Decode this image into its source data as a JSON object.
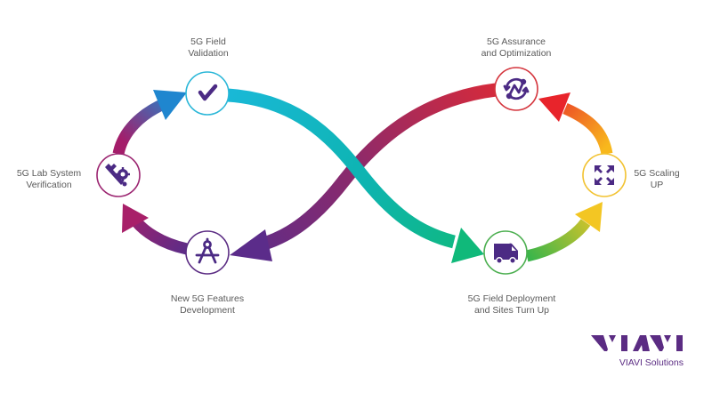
{
  "title": "5G lifecycle infinity loop",
  "nodes": [
    {
      "id": "lab",
      "label_lines": [
        "5G Lab System",
        "Verification"
      ],
      "icon": "wrench-gear-icon",
      "ring_color": "#9b2470"
    },
    {
      "id": "validation",
      "label_lines": [
        "5G Field",
        "Validation"
      ],
      "icon": "checkmark-icon",
      "ring_color": "#2bb7d8"
    },
    {
      "id": "features",
      "label_lines": [
        "New 5G Features",
        "Development"
      ],
      "icon": "drafting-compass-icon",
      "ring_color": "#5b2c83"
    },
    {
      "id": "assurance",
      "label_lines": [
        "5G Assurance",
        "and Optimization"
      ],
      "icon": "trend-refresh-icon",
      "ring_color": "#d4343c"
    },
    {
      "id": "scaling",
      "label_lines": [
        "5G Scaling",
        "UP"
      ],
      "icon": "expand-arrows-icon",
      "ring_color": "#f2c230"
    },
    {
      "id": "deployment",
      "label_lines": [
        "5G Field Deployment",
        "and Sites Turn Up"
      ],
      "icon": "truck-icon",
      "ring_color": "#4caf50"
    }
  ],
  "flow": [
    "lab",
    "validation",
    "deployment",
    "scaling",
    "assurance",
    "features",
    "lab"
  ],
  "colors": {
    "icon": "#4b2a84",
    "label_text": "#5a5a5a",
    "brand": "#5b2c83",
    "gradient_lab_to_validation": [
      "#a41d6a",
      "#1e88d0"
    ],
    "gradient_validation_to_deployment": [
      "#19b8d6",
      "#0fb57a"
    ],
    "gradient_deployment_to_scaling": [
      "#3bb54a",
      "#f3c623"
    ],
    "gradient_scaling_to_assurance": [
      "#f8b81c",
      "#e8242b"
    ],
    "gradient_assurance_to_features": [
      "#d42a3c",
      "#5b2c8a"
    ],
    "gradient_features_to_lab": [
      "#5a2c88",
      "#a82069"
    ]
  },
  "logo": {
    "wordmark": "VIAVI",
    "subtitle": "VIAVI Solutions"
  }
}
